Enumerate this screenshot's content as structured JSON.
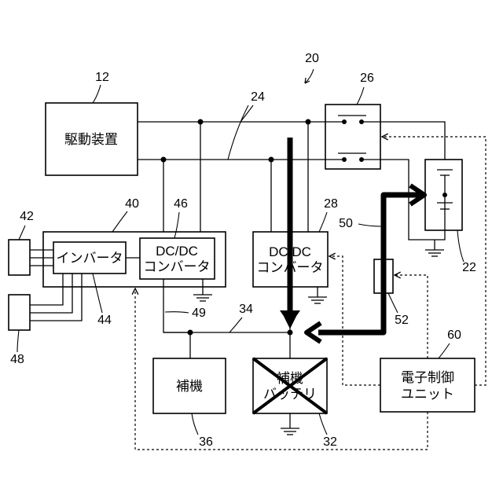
{
  "diagram": {
    "refs": {
      "system": "20",
      "drive": "12",
      "main_line": "24",
      "relay": "26",
      "battery": "22",
      "dcdc_right": "28",
      "path_arrow": "50",
      "sensor": "52",
      "ecu": "60",
      "aux_battery": "32",
      "aux_equipment": "36",
      "aux_line": "34",
      "line_49": "49",
      "inverter_unit": "40",
      "dcdc_left": "46",
      "inverter": "44",
      "motor_42": "42",
      "device_48": "48"
    },
    "blocks": {
      "drive_label": "駆動装置",
      "inverter_label": "インバータ",
      "dcdc_left_line1": "DC/DC",
      "dcdc_left_line2": "コンバータ",
      "dcdc_right_line1": "DC/DC",
      "dcdc_right_line2": "コンバータ",
      "aux_equipment_label": "補機",
      "aux_battery_line1": "補機",
      "aux_battery_line2": "バッテリ",
      "ecu_line1": "電子制御",
      "ecu_line2": "ユニット"
    }
  }
}
